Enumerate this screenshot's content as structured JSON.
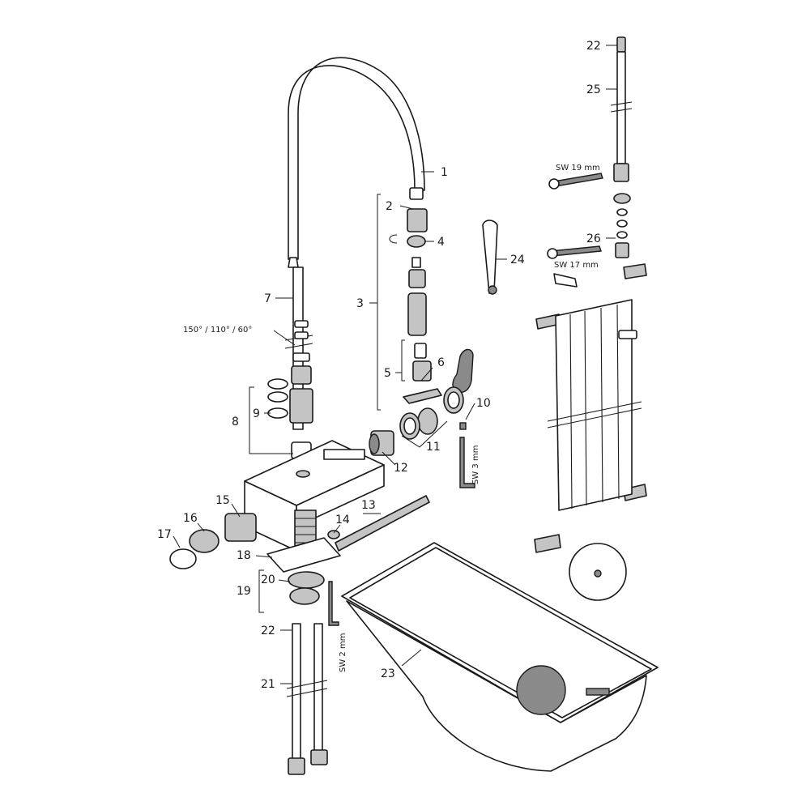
{
  "labels": {
    "l1": "1",
    "l2": "2",
    "l3": "3",
    "l4": "4",
    "l5": "5",
    "l6": "6",
    "l7": "7",
    "l8": "8",
    "l9": "9",
    "l10": "10",
    "l11": "11",
    "l12": "12",
    "l13": "13",
    "l14": "14",
    "l15": "15",
    "l16": "16",
    "l17": "17",
    "l18": "18",
    "l19": "19",
    "l20": "20",
    "l21": "21",
    "l22a": "22",
    "l22b": "22",
    "l23": "23",
    "l24": "24",
    "l25": "25",
    "l26": "26"
  },
  "annotations": {
    "angles": "150° / 110° / 60°",
    "sw19": "SW 19 mm",
    "sw17": "SW 17 mm",
    "sw3": "SW 3 mm",
    "sw2": "SW 2 mm"
  }
}
